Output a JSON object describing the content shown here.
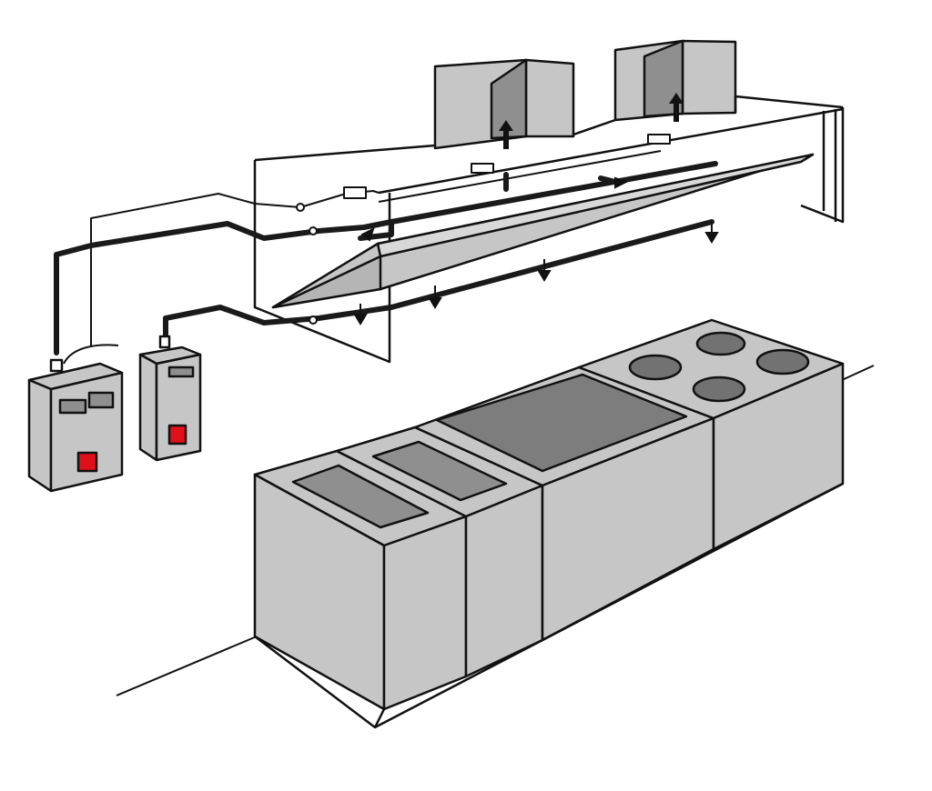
{
  "colors": {
    "background": "#ffffff",
    "outline": "#111111",
    "equipment_fill": "#c6c6c6",
    "recess_fill": "#8f8f8f",
    "griddle_fill": "#7d7d7d",
    "burner_fill": "#727272",
    "alarm_red": "#e0101a",
    "pipe": "#1a1a1a"
  },
  "icons": {
    "nozzle": "nozzle-icon",
    "flow_arrow": "arrow-up-icon",
    "alarm_button": "red-square-icon"
  },
  "components": [
    "exhaust-hood",
    "exhaust-duct-left",
    "exhaust-duct-right",
    "grease-filter",
    "agent-pipe",
    "detection-cable",
    "control-cabinet-large",
    "control-cabinet-small",
    "fryer-left",
    "fryer-right",
    "griddle",
    "range-four-burner"
  ]
}
